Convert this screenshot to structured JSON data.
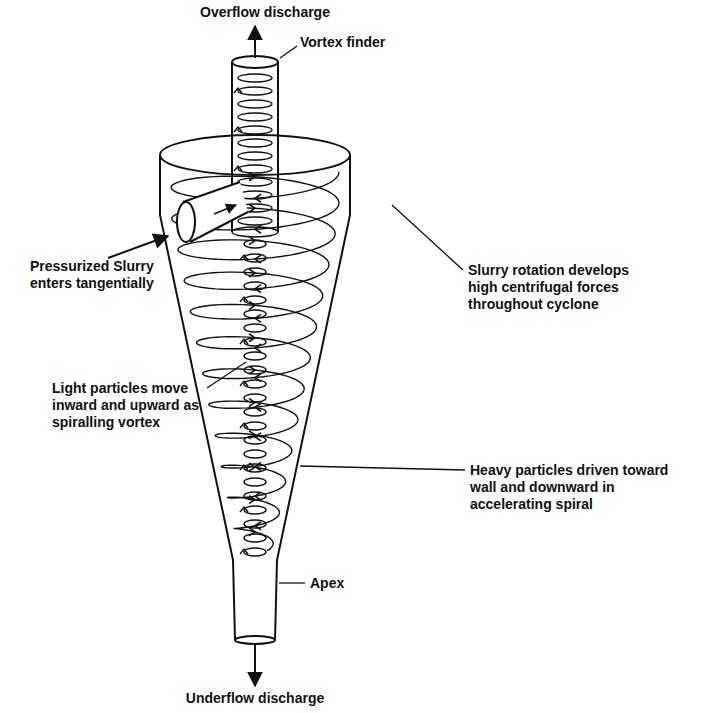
{
  "diagram": {
    "labels": [
      "Overflow discharge",
      "Vortex finder",
      "Pressurized Slurry enters tangentially",
      "Slurry rotation develops high centrifugal forces throughout cyclone",
      "Light particles move inward and upward as spiralling vortex",
      "Heavy particles driven toward wall and downward in accelerating spiral",
      "Apex",
      "Underflow discharge"
    ]
  }
}
